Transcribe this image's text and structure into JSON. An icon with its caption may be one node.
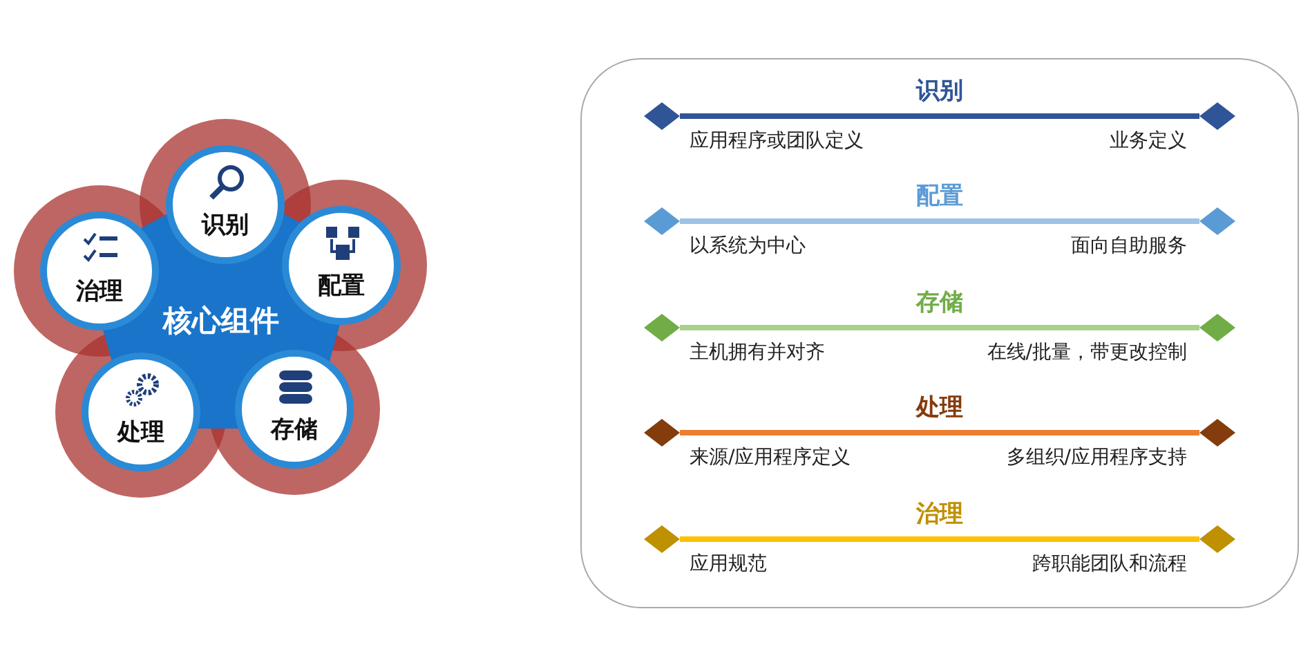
{
  "diagram": {
    "nodes": [
      {
        "text": [
          "核心组件"
        ]
      },
      {
        "text": [
          "识别"
        ]
      },
      {
        "text": [
          "配置"
        ]
      },
      {
        "text": [
          "存储"
        ]
      },
      {
        "text": [
          "处理"
        ]
      },
      {
        "text": [
          "治理"
        ]
      },
      {
        "text": [],
        "shape": "box"
      },
      {
        "text": [],
        "shape": "diamond",
        "beside": [
          "应用程序或团队定义"
        ],
        "in": 6
      },
      {
        "text": [],
        "shape": "diamond",
        "beside": [
          "业务定义"
        ],
        "in": 6
      },
      {
        "text": [],
        "shape": "diamond",
        "beside": [
          "以系统为中心"
        ],
        "in": 6
      },
      {
        "text": [],
        "shape": "diamond",
        "beside": [
          "面向自助服务"
        ],
        "in": 6
      },
      {
        "text": [],
        "shape": "diamond",
        "beside": [
          "主机拥有并对齐"
        ],
        "in": 6
      },
      {
        "text": [],
        "shape": "diamond",
        "beside": [
          "在线/批量，带更改控制"
        ],
        "in": 6
      },
      {
        "text": [],
        "shape": "diamond",
        "beside": [
          "来源/应用程序定义"
        ],
        "in": 6
      },
      {
        "text": [],
        "shape": "diamond",
        "beside": [
          "多组织/应用程序支持"
        ],
        "in": 6
      },
      {
        "text": [],
        "shape": "diamond",
        "beside": [
          "应用规范"
        ],
        "in": 6
      },
      {
        "text": [],
        "shape": "diamond",
        "beside": [
          "跨职能团队和流程"
        ],
        "in": 6
      }
    ],
    "edges": [
      {
        "from": 7,
        "to": 8,
        "arrow": "none",
        "label": "识别",
        "color": "#2f5597"
      },
      {
        "from": 9,
        "to": 10,
        "arrow": "none",
        "label": "配置",
        "color": "#9dc3e6"
      },
      {
        "from": 11,
        "to": 12,
        "arrow": "none",
        "label": "存储",
        "color": "#a9d18e"
      },
      {
        "from": 13,
        "to": 14,
        "arrow": "none",
        "label": "处理",
        "color": "#ed7d31"
      },
      {
        "from": 15,
        "to": 16,
        "arrow": "none",
        "label": "治理",
        "color": "#ffc000"
      }
    ]
  }
}
